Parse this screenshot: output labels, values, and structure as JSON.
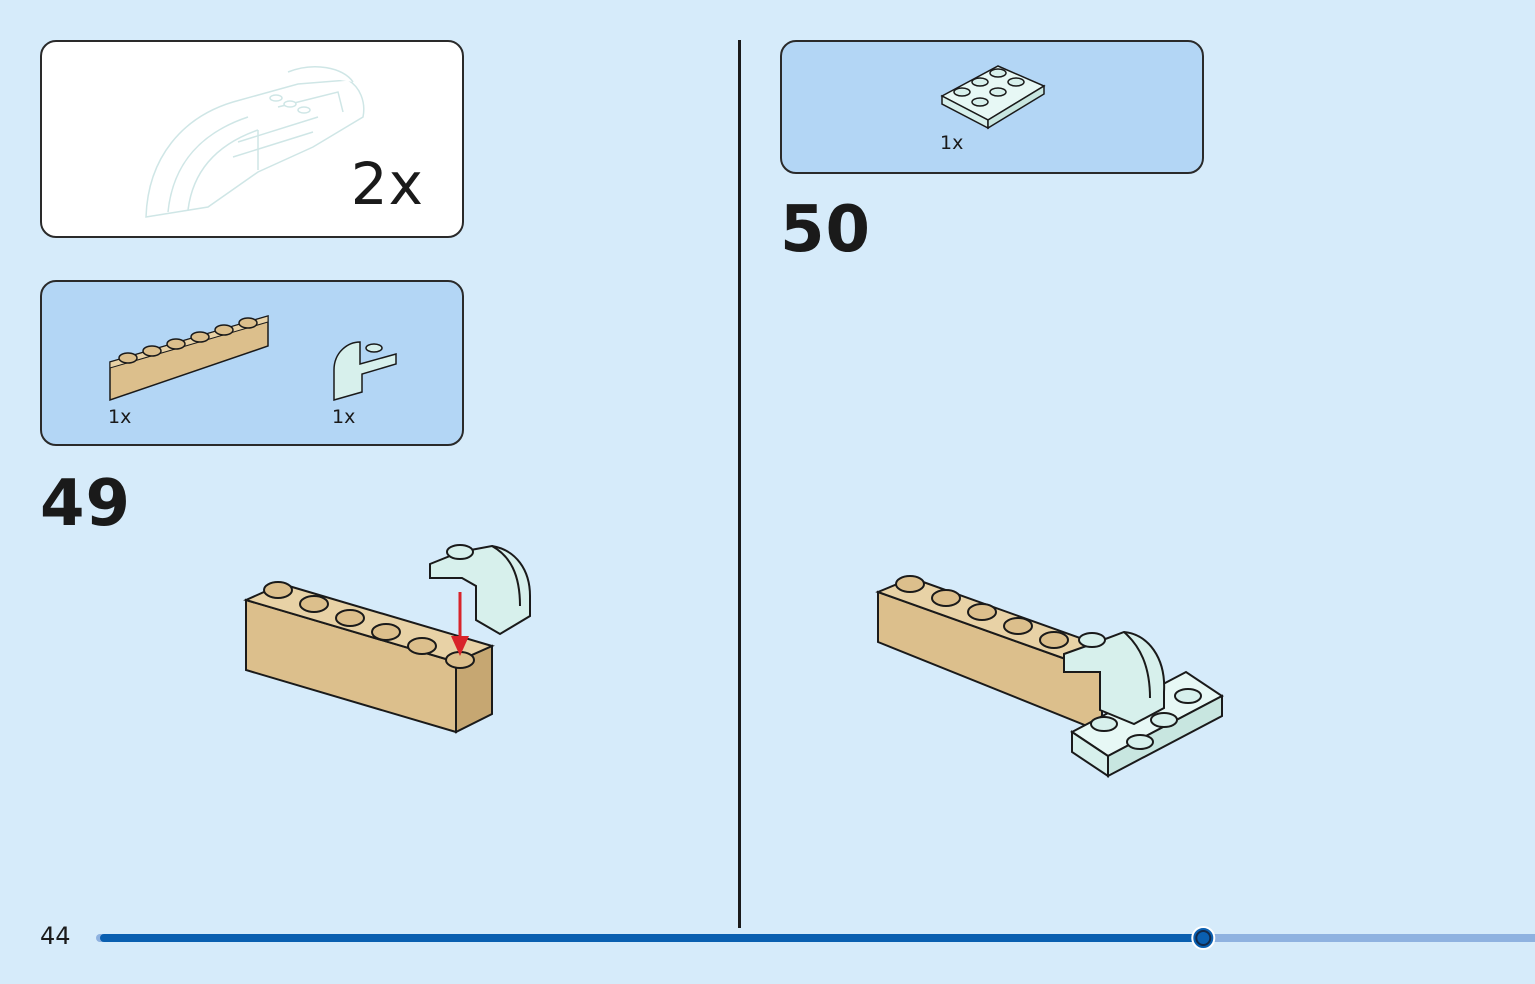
{
  "submodel": {
    "multiplier": "2x"
  },
  "steps": [
    {
      "number": "49",
      "parts": [
        {
          "qty": "1x",
          "name": "tan brick 1x6"
        },
        {
          "qty": "1x",
          "name": "light aqua curved slope"
        }
      ]
    },
    {
      "number": "50",
      "parts": [
        {
          "qty": "1x",
          "name": "light aqua plate 2x3"
        }
      ]
    }
  ],
  "page": {
    "number": "44",
    "progress": 0.7682
  },
  "colors": {
    "background": "#d6ebfa",
    "parts_panel": "#b3d6f5",
    "tan": "#dcbf8c",
    "light_aqua": "#d7f0ec",
    "progress_done": "#0a5fb0",
    "progress_remaining": "#8fb2e0",
    "arrow": "#d8232a"
  }
}
